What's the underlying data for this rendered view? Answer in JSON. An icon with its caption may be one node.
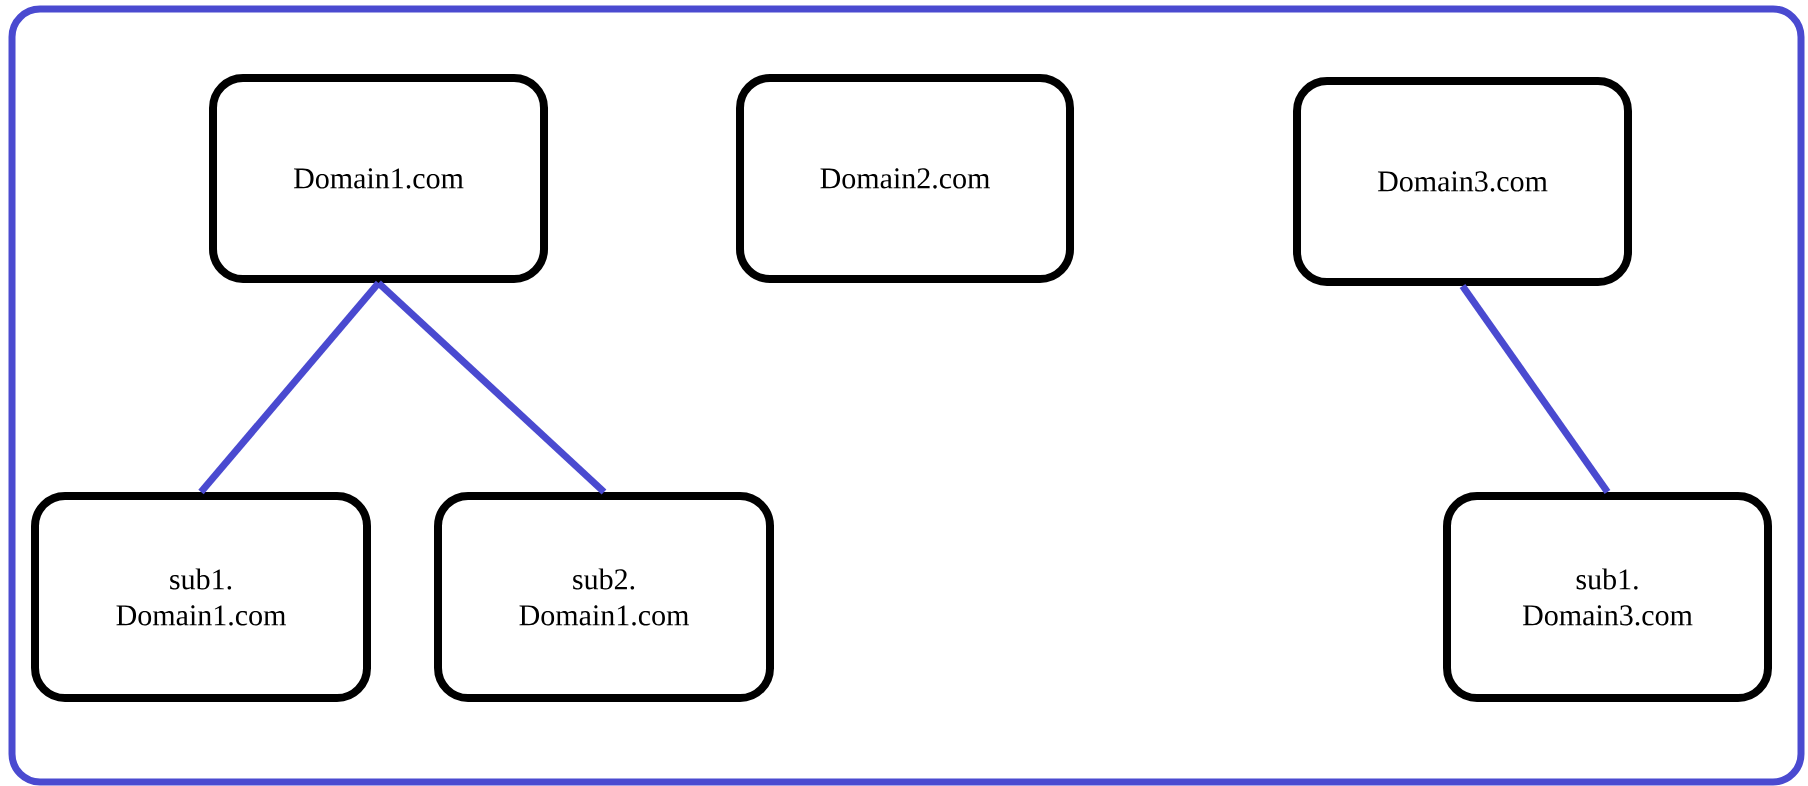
{
  "diagram": {
    "nodes": [
      {
        "text": [],
        "shape": "box"
      },
      {
        "text": [
          "Domain1.com"
        ],
        "in": 0
      },
      {
        "text": [
          "Domain2.com"
        ],
        "in": 0
      },
      {
        "text": [
          "Domain3.com"
        ],
        "in": 0
      },
      {
        "text": [
          "sub1. Domain1.com"
        ],
        "in": 0
      },
      {
        "text": [
          "sub2. Domain1.com"
        ],
        "in": 0
      },
      {
        "text": [
          "sub1. Domain3.com"
        ],
        "in": 0
      }
    ],
    "edges": [
      {
        "from": 1,
        "to": 4,
        "arrow": "none"
      },
      {
        "from": 1,
        "to": 5,
        "arrow": "none"
      },
      {
        "from": 3,
        "to": 6,
        "arrow": "none"
      }
    ]
  }
}
